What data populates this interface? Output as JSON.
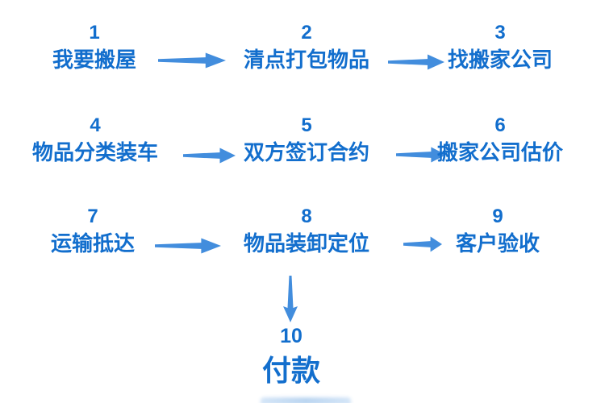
{
  "diagram": {
    "title_hint": "moving-house process flow",
    "language": "zh"
  },
  "colors": {
    "background": "#ffffff",
    "text_blue": "#126ECD",
    "arrow_blue": "#428DDD"
  },
  "steps": [
    {
      "number": "1",
      "label": "我要搬屋"
    },
    {
      "number": "2",
      "label": "清点打包物品"
    },
    {
      "number": "3",
      "label": "找搬家公司"
    },
    {
      "number": "4",
      "label": "物品分类装车"
    },
    {
      "number": "5",
      "label": "双方签订合约"
    },
    {
      "number": "6",
      "label": "搬家公司估价"
    },
    {
      "number": "7",
      "label": "运输抵达"
    },
    {
      "number": "8",
      "label": "物品装卸定位"
    },
    {
      "number": "9",
      "label": "客户验收"
    },
    {
      "number": "10",
      "label": "付款"
    }
  ],
  "connections": [
    {
      "from": "1",
      "to": "2",
      "direction": "right"
    },
    {
      "from": "2",
      "to": "3",
      "direction": "right"
    },
    {
      "from": "4",
      "to": "5",
      "direction": "right"
    },
    {
      "from": "5",
      "to": "6",
      "direction": "right"
    },
    {
      "from": "7",
      "to": "8",
      "direction": "right"
    },
    {
      "from": "8",
      "to": "9",
      "direction": "right"
    },
    {
      "from": "8",
      "to": "10",
      "direction": "down"
    }
  ]
}
